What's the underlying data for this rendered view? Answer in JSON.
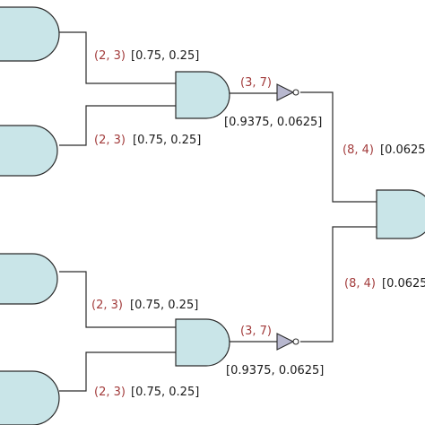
{
  "colors": {
    "gate_fill": "#c9e5e8",
    "inverter_fill": "#b8b8cf",
    "pair_text": "#a23b3b",
    "prob_text": "#1a1a1a"
  },
  "inputs": {
    "top_upper": {
      "pair": "(2, 3)",
      "prob": "[0.75, 0.25]"
    },
    "top_lower": {
      "pair": "(2, 3)",
      "prob": "[0.75, 0.25]"
    },
    "bottom_upper": {
      "pair": "(2, 3)",
      "prob": "[0.75, 0.25]"
    },
    "bottom_lower": {
      "pair": "(2, 3)",
      "prob": "[0.75, 0.25]"
    }
  },
  "middle": {
    "top": {
      "pair": "(3, 7)",
      "prob": "[0.9375, 0.0625]"
    },
    "bottom": {
      "pair": "(3, 7)",
      "prob": "[0.9375, 0.0625]"
    }
  },
  "final": {
    "top": {
      "pair": "(8, 4)",
      "prob": "[0.0625"
    },
    "bottom": {
      "pair": "(8, 4)",
      "prob": "[0.0625"
    }
  }
}
